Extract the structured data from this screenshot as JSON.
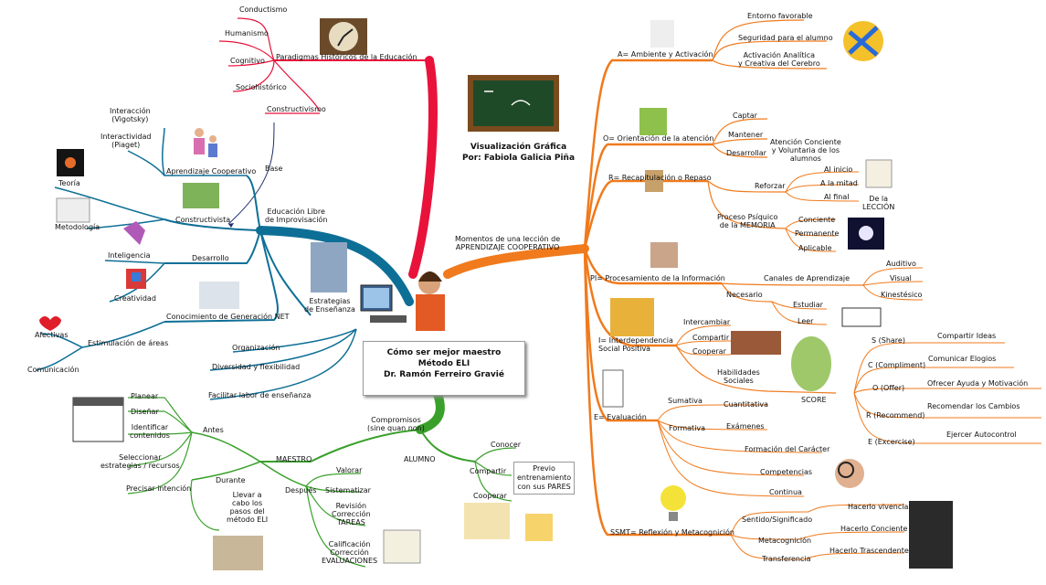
{
  "center": {
    "line1": "Cómo ser mejor maestro",
    "line2": "Método ELI",
    "line3": "Dr. Ramón Ferreiro Gravié"
  },
  "caption": {
    "line1": "Visualización Gráfica",
    "line2": "Por: Fabiola Galicia Piña"
  },
  "left": {
    "paradigmas": "Paradigmas Históricos de la Educación",
    "conductismo": "Conductismo",
    "humanismo": "Humanismo",
    "cognitivo": "Cognitivo",
    "sociohistorico": "Sociohistórico",
    "constructivismo": "Constructivismo",
    "base": "Base",
    "interaccion": "Interacción\n(Vigotsky)",
    "interactividad": "Interactividad\n(Piaget)",
    "aprendizaje_coop": "Aprendizaje Cooperativo",
    "teoria": "Teoría",
    "metodologia": "Metodología",
    "constructivista": "Constructivista",
    "educacion_libre": "Educación Libre\nde Improvisación",
    "inteligencia": "Inteligencia",
    "desarrollo": "Desarrollo",
    "creatividad": "Creatividad",
    "estrategias": "Estrategias\nde Enseñanza",
    "conocimiento_net": "Conocimiento de Generación NET",
    "afectivas": "Afectivas",
    "estimulacion": "Estimulación de áreas",
    "comunicacion": "Comunicación",
    "organizacion": "Organización",
    "diversidad": "Diversidad y flexibilidad",
    "facilitar": "Facilitar labor de enseñanza"
  },
  "bottom": {
    "compromisos": "Compromisos\n(sine quan non)",
    "maestro": "MAESTRO",
    "alumno": "ALUMNO",
    "antes": "Antes",
    "durante": "Durante",
    "despues": "Después",
    "planear": "Planear",
    "disenar": "Diseñar",
    "identificar": "Identificar\ncontenidos",
    "seleccionar": "Seleccionar\nestrategias / recursos",
    "precisar": "Precisar intención",
    "llevar": "Llevar a\ncabo los\npasos del\nmétodo ELI",
    "valorar": "Valorar",
    "sistematizar": "Sistematizar",
    "revision": "Revisión\nCorrección\nTAREAS",
    "calificacion": "Calificación\nCorrección\nEVALUACIONES",
    "conocer": "Conocer",
    "compartir": "Compartir",
    "cooperar": "Cooperar",
    "previo": "Previo\nentrenamiento\ncon sus PARES"
  },
  "right": {
    "momentos": "Momentos de una lección de\nAPRENDIZAJE COOPERATIVO",
    "a": "A= Ambiente y Activación",
    "entorno": "Entorno favorable",
    "seguridad": "Seguridad para el alumno",
    "activacion": "Activación Analítica\ny Creativa del Cerebro",
    "o": "O= Orientación de la atención",
    "captar": "Captar",
    "mantener": "Mantener",
    "desarrollar": "Desarrollar",
    "atencion": "Atención Conciente\ny Voluntaria de los\nalumnos",
    "r": "R= Recapitulación o Repaso",
    "reforzar": "Reforzar",
    "al_inicio": "Al inicio",
    "a_la_mitad": "A la mitad",
    "al_final": "Al final",
    "de_la_leccion": "De la\nLECCIÓN",
    "proceso": "Proceso Psíquico\nde la MEMORIA",
    "conciente": "Conciente",
    "permanente": "Permanente",
    "aplicable": "Aplicable",
    "pi": "PI= Procesamiento de la Información",
    "canales": "Canales de Aprendizaje",
    "auditivo": "Auditivo",
    "visual": "Visual",
    "kinestesico": "Kinestésico",
    "necesario": "Necesario",
    "estudiar": "Estudiar",
    "leer": "Leer",
    "i": "I= Interdependencia\nSocial Positiva",
    "intercambiar": "Intercambiar",
    "compartir": "Compartir",
    "cooperar": "Cooperar",
    "habilidades": "Habilidades\nSociales",
    "score": "SCORE",
    "s": "S (Share)",
    "compartir_ideas": "Compartir Ideas",
    "c": "C (Compliment)",
    "comunicar": "Comunicar Elogios",
    "o_offer": "O (Offer)",
    "ofrecer": "Ofrecer Ayuda y Motivación",
    "r_rec": "R (Recommend)",
    "recomendar": "Recomendar los Cambios",
    "e_exc": "E (Excercise)",
    "ejercer": "Ejercer Autocontrol",
    "e": "E= Evaluación",
    "sumativa": "Sumativa",
    "cuantitativa": "Cuantitativa",
    "examenes": "Exámenes",
    "formativa": "Formativa",
    "formacion": "Formación del Carácter",
    "competencias": "Competencias",
    "continua": "Continua",
    "ssmt": "SSMT= Reflexión y Metacognición",
    "sentido": "Sentido/Significado",
    "hacerlo_vivencial": "Hacerlo vivencial",
    "metacognicion": "Metacognición",
    "hacerlo_conciente": "Hacerlo Conciente",
    "transferencia": "Transferencia",
    "hacerlo_trascendente": "Hacerlo Trascendente"
  },
  "colors": {
    "red": "#e8123a",
    "blue": "#0e6f96",
    "green": "#3aa02c",
    "orange": "#f07a1c",
    "navy": "#1b2f6e"
  }
}
